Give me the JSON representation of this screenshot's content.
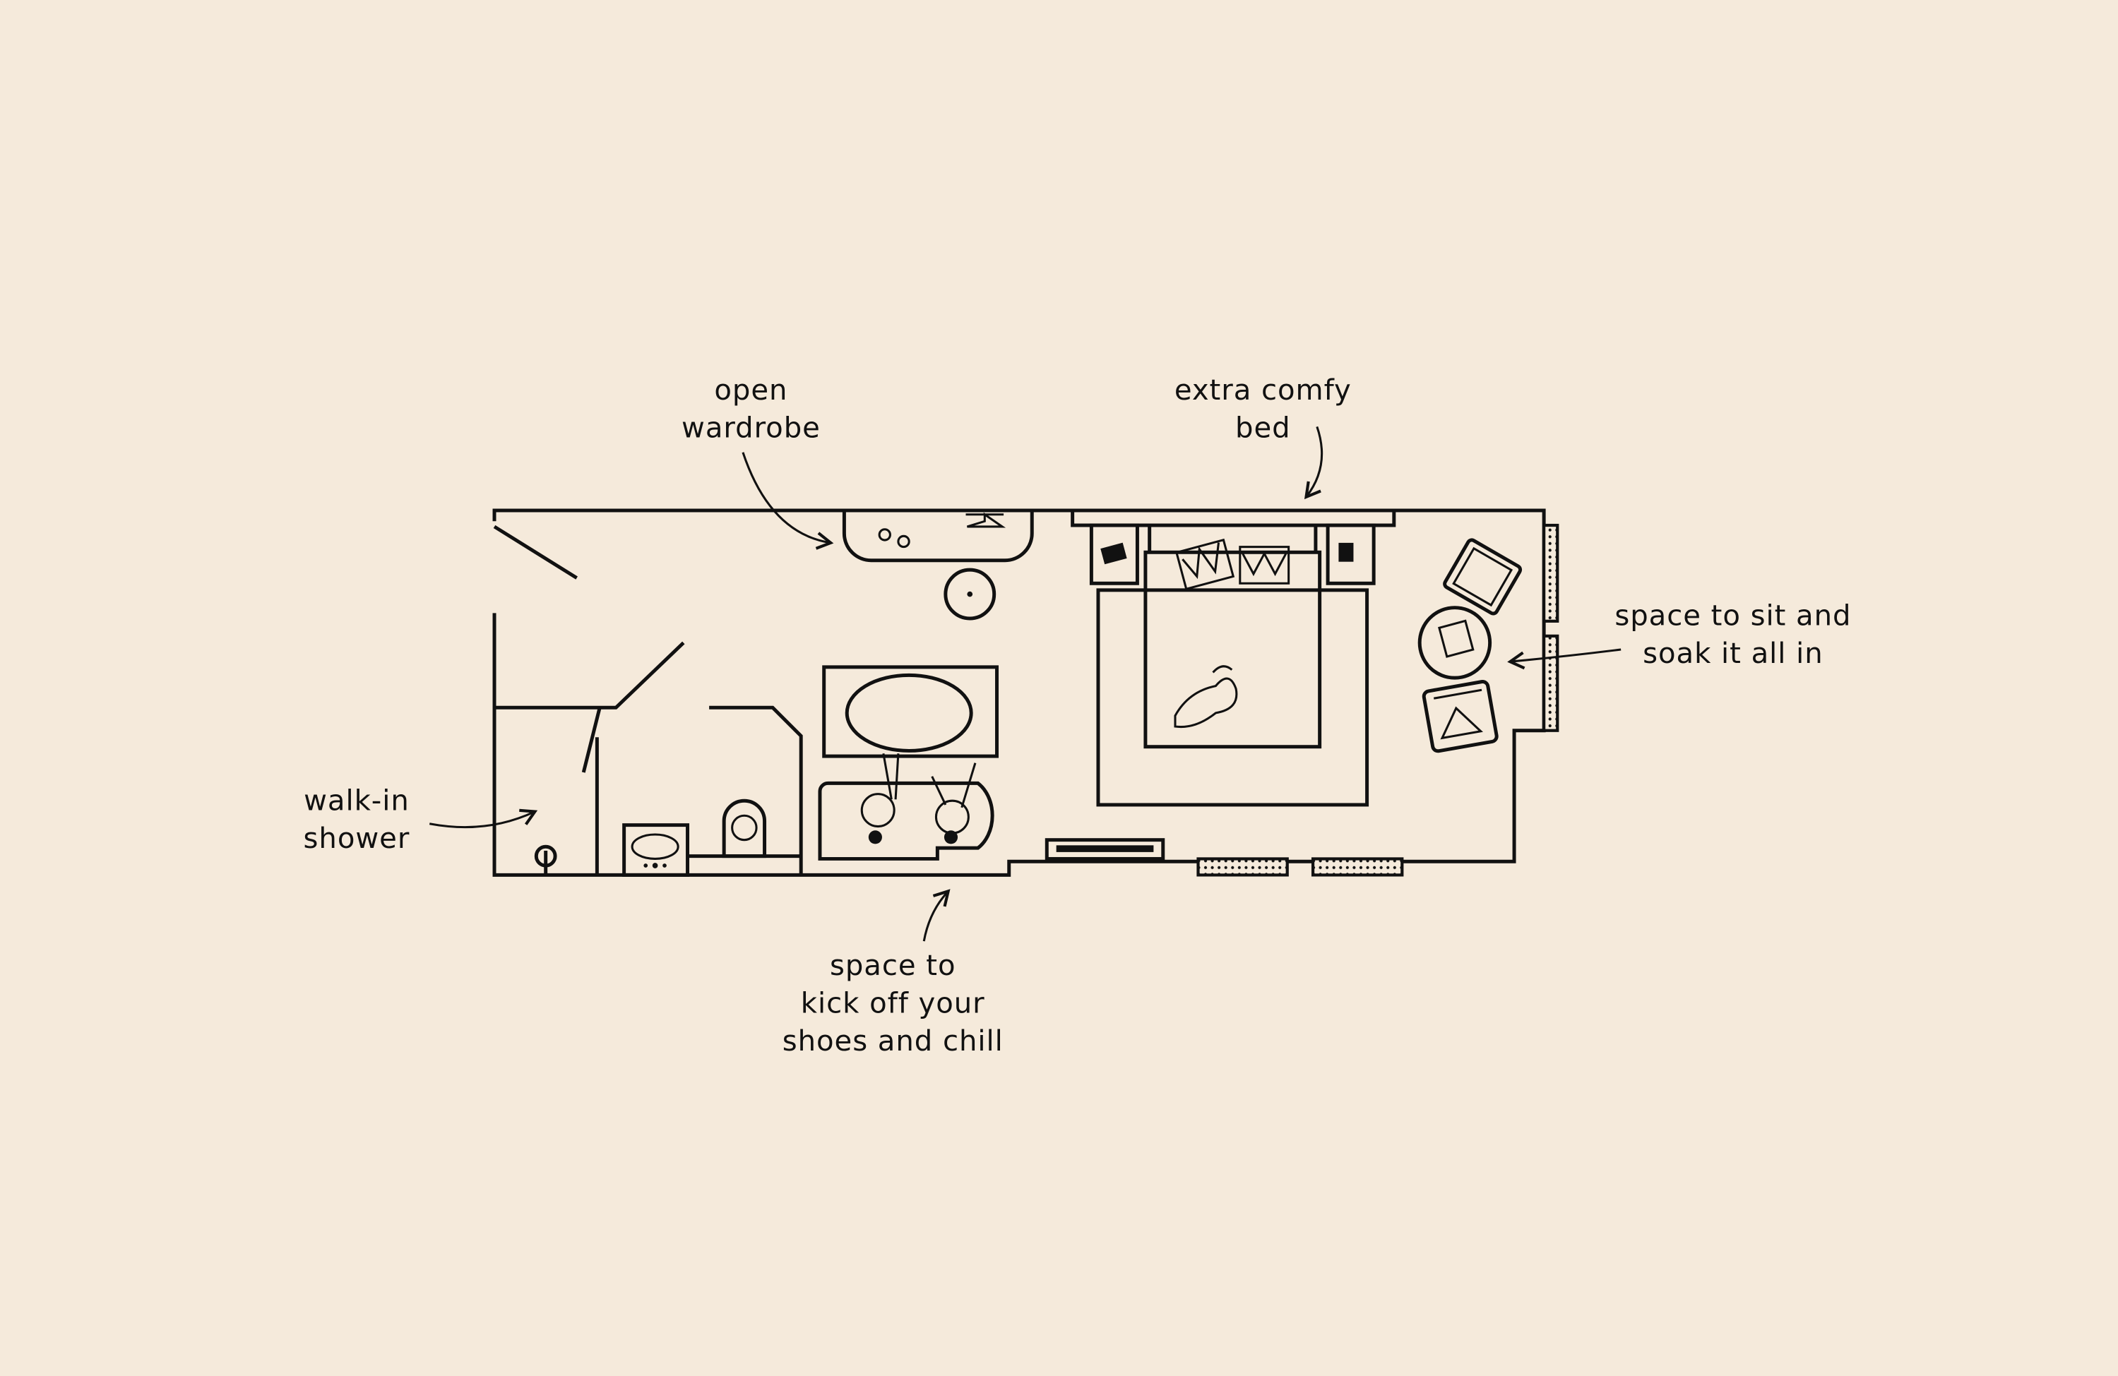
{
  "labels": {
    "wardrobe": [
      "open",
      "wardrobe"
    ],
    "bed": [
      "extra comfy",
      "bed"
    ],
    "sit": [
      "space to sit and",
      "soak it all in"
    ],
    "shower": [
      "walk-in",
      "shower"
    ],
    "chill": [
      "space to",
      "kick off your",
      "shoes and chill"
    ]
  },
  "colors": {
    "background": "#F5EADB",
    "ink": "#111111"
  }
}
